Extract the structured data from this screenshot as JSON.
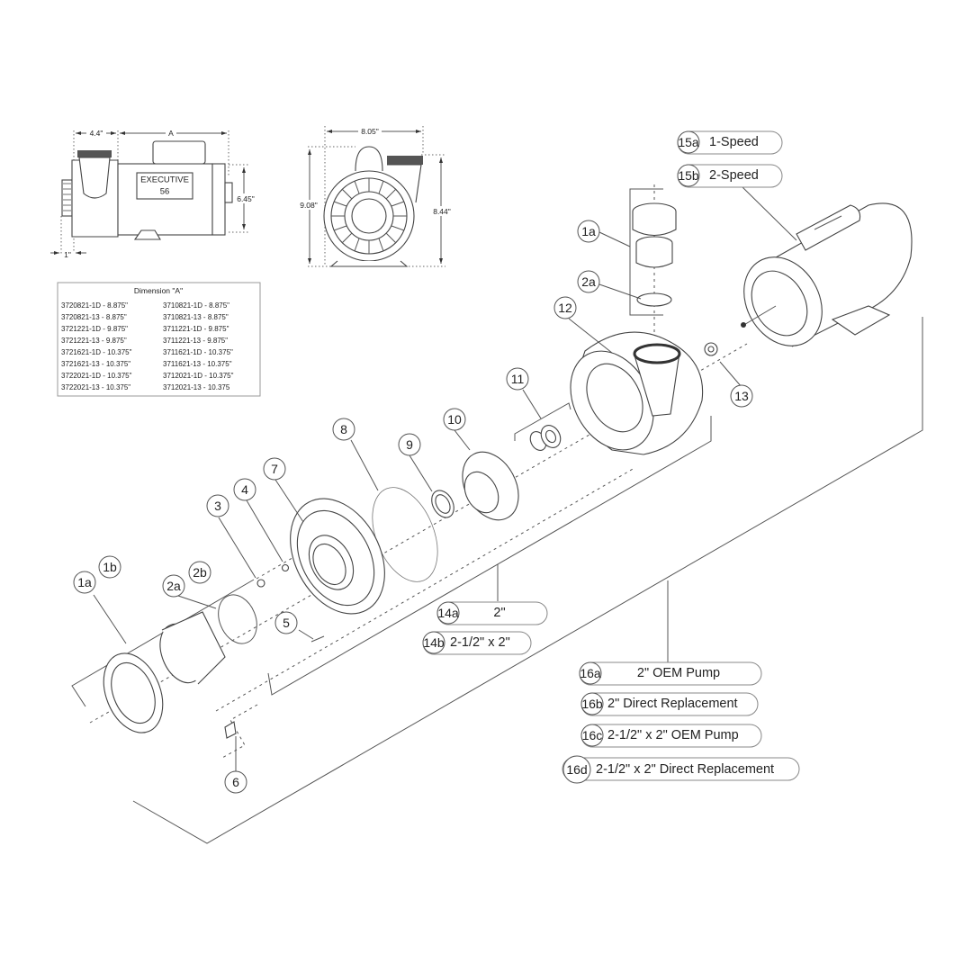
{
  "side_view": {
    "dim_left": "4.4\"",
    "dim_main": "A",
    "dim_height": "6.45\"",
    "dim_bottom": "1\"",
    "label_line1": "EXECUTIVE",
    "label_line2": "56"
  },
  "front_view": {
    "dim_width": "8.05\"",
    "dim_total_height": "9.08\"",
    "dim_port_height": "8.44\""
  },
  "dimension_table": {
    "title": "Dimension \"A\"",
    "rows": [
      [
        "3720821-1D - 8.875\"",
        "3710821-1D - 8.875\""
      ],
      [
        "3720821-13 - 8.875\"",
        "3710821-13 - 8.875\""
      ],
      [
        "3721221-1D - 9.875\"",
        "3711221-1D - 9.875\""
      ],
      [
        "3721221-13 - 9.875\"",
        "3711221-13 - 9.875\""
      ],
      [
        "3721621-1D - 10.375\"",
        "3711621-1D - 10.375\""
      ],
      [
        "3721621-13 - 10.375\"",
        "3711621-13 - 10.375\""
      ],
      [
        "3722021-1D - 10.375\"",
        "3712021-1D - 10.375\""
      ],
      [
        "3722021-13 - 10.375\"",
        "3712021-13 - 10.375"
      ]
    ]
  },
  "callouts": {
    "c1a_top": "1a",
    "c2a_top": "2a",
    "c12": "12",
    "c13": "13",
    "c11": "11",
    "c10": "10",
    "c9": "9",
    "c8": "8",
    "c7": "7",
    "c4": "4",
    "c3": "3",
    "c1a": "1a",
    "c1b": "1b",
    "c2a": "2a",
    "c2b": "2b",
    "c5": "5",
    "c6": "6"
  },
  "motor_options": [
    {
      "id": "15a",
      "label": "1-Speed"
    },
    {
      "id": "15b",
      "label": "2-Speed"
    }
  ],
  "wet_end_options": [
    {
      "id": "14a",
      "label": "2\""
    },
    {
      "id": "14b",
      "label": "2-1/2\" x 2\""
    }
  ],
  "pump_options": [
    {
      "id": "16a",
      "label": "2\" OEM Pump"
    },
    {
      "id": "16b",
      "label": "2\" Direct Replacement"
    },
    {
      "id": "16c",
      "label": "2-1/2\" x 2\" OEM Pump"
    },
    {
      "id": "16d",
      "label": "2-1/2\" x 2\" Direct Replacement"
    }
  ]
}
